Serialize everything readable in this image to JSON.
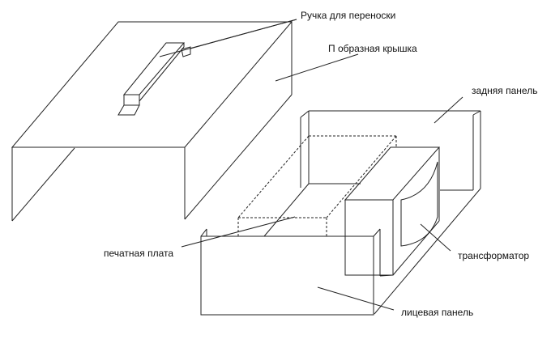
{
  "labels": {
    "handle": "Ручка для переноски",
    "cover": "П образная крышка",
    "back_panel": "задняя панель",
    "pcb": "печатная плата",
    "transformer": "трансформатор",
    "front_panel": "лицевая панель"
  }
}
